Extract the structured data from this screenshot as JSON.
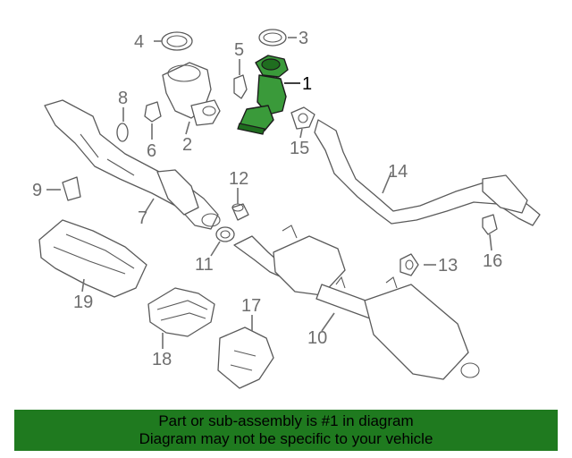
{
  "diagram": {
    "callouts": {
      "p1": "1",
      "p2": "2",
      "p3": "3",
      "p4": "4",
      "p5": "5",
      "p6": "6",
      "p7": "7",
      "p8": "8",
      "p9": "9",
      "p10": "10",
      "p11": "11",
      "p12": "12",
      "p13": "13",
      "p14": "14",
      "p15": "15",
      "p16": "16",
      "p17": "17",
      "p18": "18",
      "p19": "19"
    },
    "highlighted_part": "1",
    "highlight_color": "#3a9a3a"
  },
  "banner": {
    "line1": "Part or sub-assembly is #1 in diagram",
    "line2": "Diagram may not be specific to your vehicle",
    "background": "#1f7a1f"
  }
}
